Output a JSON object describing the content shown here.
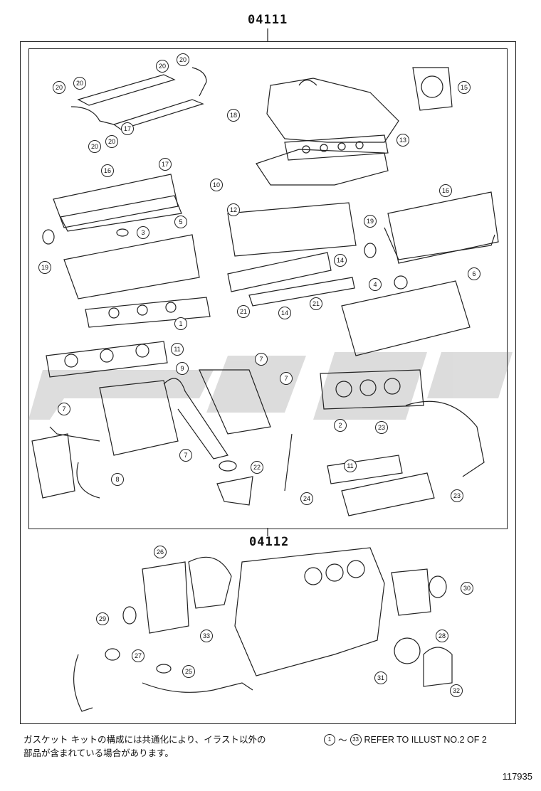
{
  "kit_codes": {
    "outer": "04111",
    "inner": "04112"
  },
  "callouts": [
    "1",
    "2",
    "3",
    "4",
    "5",
    "6",
    "7",
    "8",
    "9",
    "10",
    "11",
    "12",
    "13",
    "14",
    "15",
    "16",
    "17",
    "18",
    "19",
    "20",
    "21",
    "22",
    "23",
    "24",
    "25",
    "26",
    "27",
    "28",
    "29",
    "30",
    "31",
    "32",
    "33"
  ],
  "footer": {
    "note_line1": "ガスケット キットの構成には共通化により、イラスト以外の",
    "note_line2": "部品が含まれている場合があります。",
    "ref_start": "1",
    "ref_tilde": "～",
    "ref_end": "33",
    "ref_text": "REFER TO ILLUST NO.2 OF 2"
  },
  "figure_number": "117935"
}
